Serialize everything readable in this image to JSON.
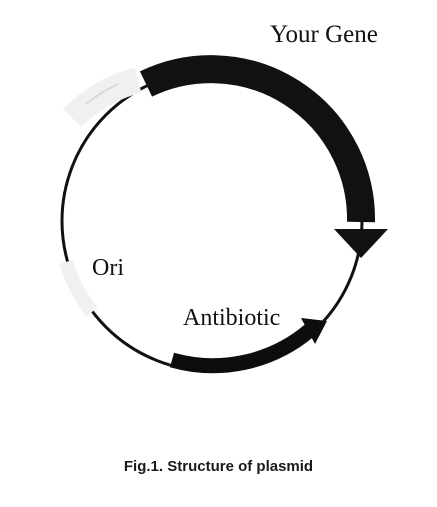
{
  "labels": {
    "gene": "Your Gene",
    "ori": "Ori",
    "antibiotic": "Antibiotic"
  },
  "caption": "Fig.1. Structure of plasmid",
  "colors": {
    "backbone": "#111111",
    "gene": "#111111",
    "antibiotic": "#0d0d0d",
    "light_segment": "#f0f0f0",
    "light_segment_edge": "#d8d8d8"
  }
}
